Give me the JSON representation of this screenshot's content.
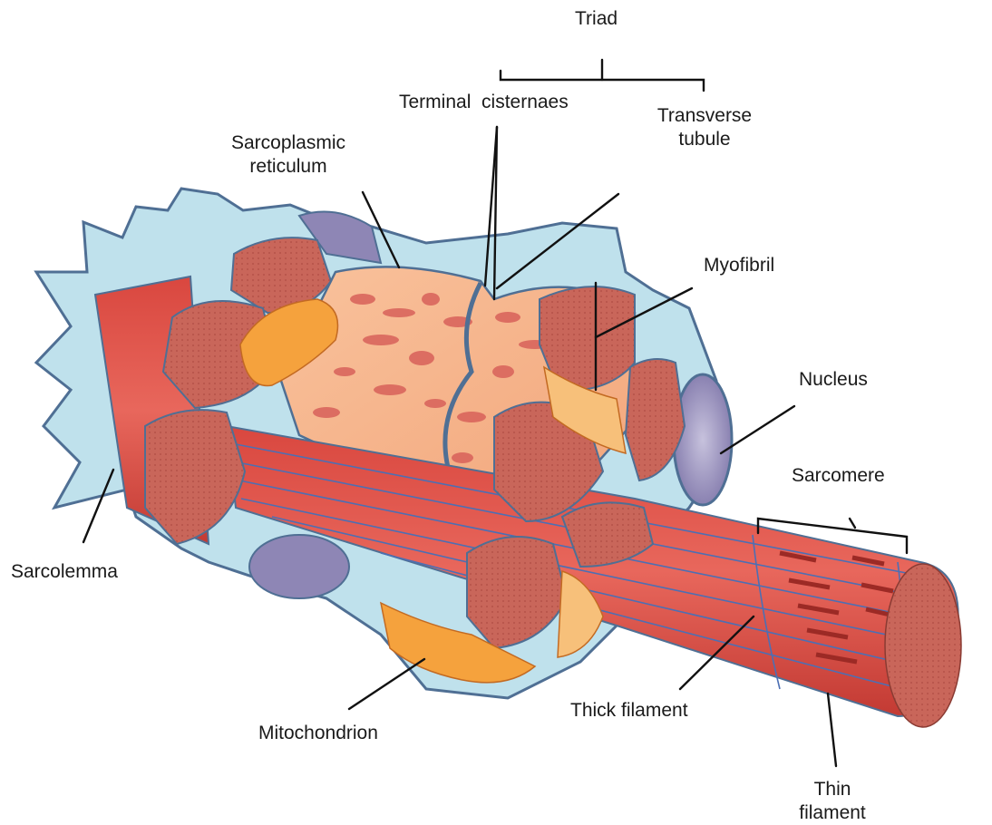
{
  "labels": {
    "triad": "Triad",
    "terminal_cisternae": "Terminal  cisternaes",
    "transverse_tubule": [
      "Transverse",
      "tubule"
    ],
    "sarcoplasmic_reticulum": [
      "Sarcoplasmic",
      "reticulum"
    ],
    "myofibril": "Myofibril",
    "nucleus": "Nucleus",
    "sarcomere": "Sarcomere",
    "sarcolemma": "Sarcolemma",
    "mitochondrion": "Mitochondrion",
    "thick_filament": "Thick filament",
    "thin_filament": [
      "Thin",
      "filament"
    ]
  },
  "colors": {
    "sarcolemma_fill": "#bfe1ec",
    "sarcolemma_edge": "#4f6f94",
    "myofibril_end": "#c9665a",
    "myofibril_body": "#d9473f",
    "reticulum": "#f6b68d",
    "reticulum_holes": "#d8615a",
    "mitochondrion": "#f5a23d",
    "nucleus": "#8e86b5",
    "filament_lines": "#4c6fb4"
  }
}
